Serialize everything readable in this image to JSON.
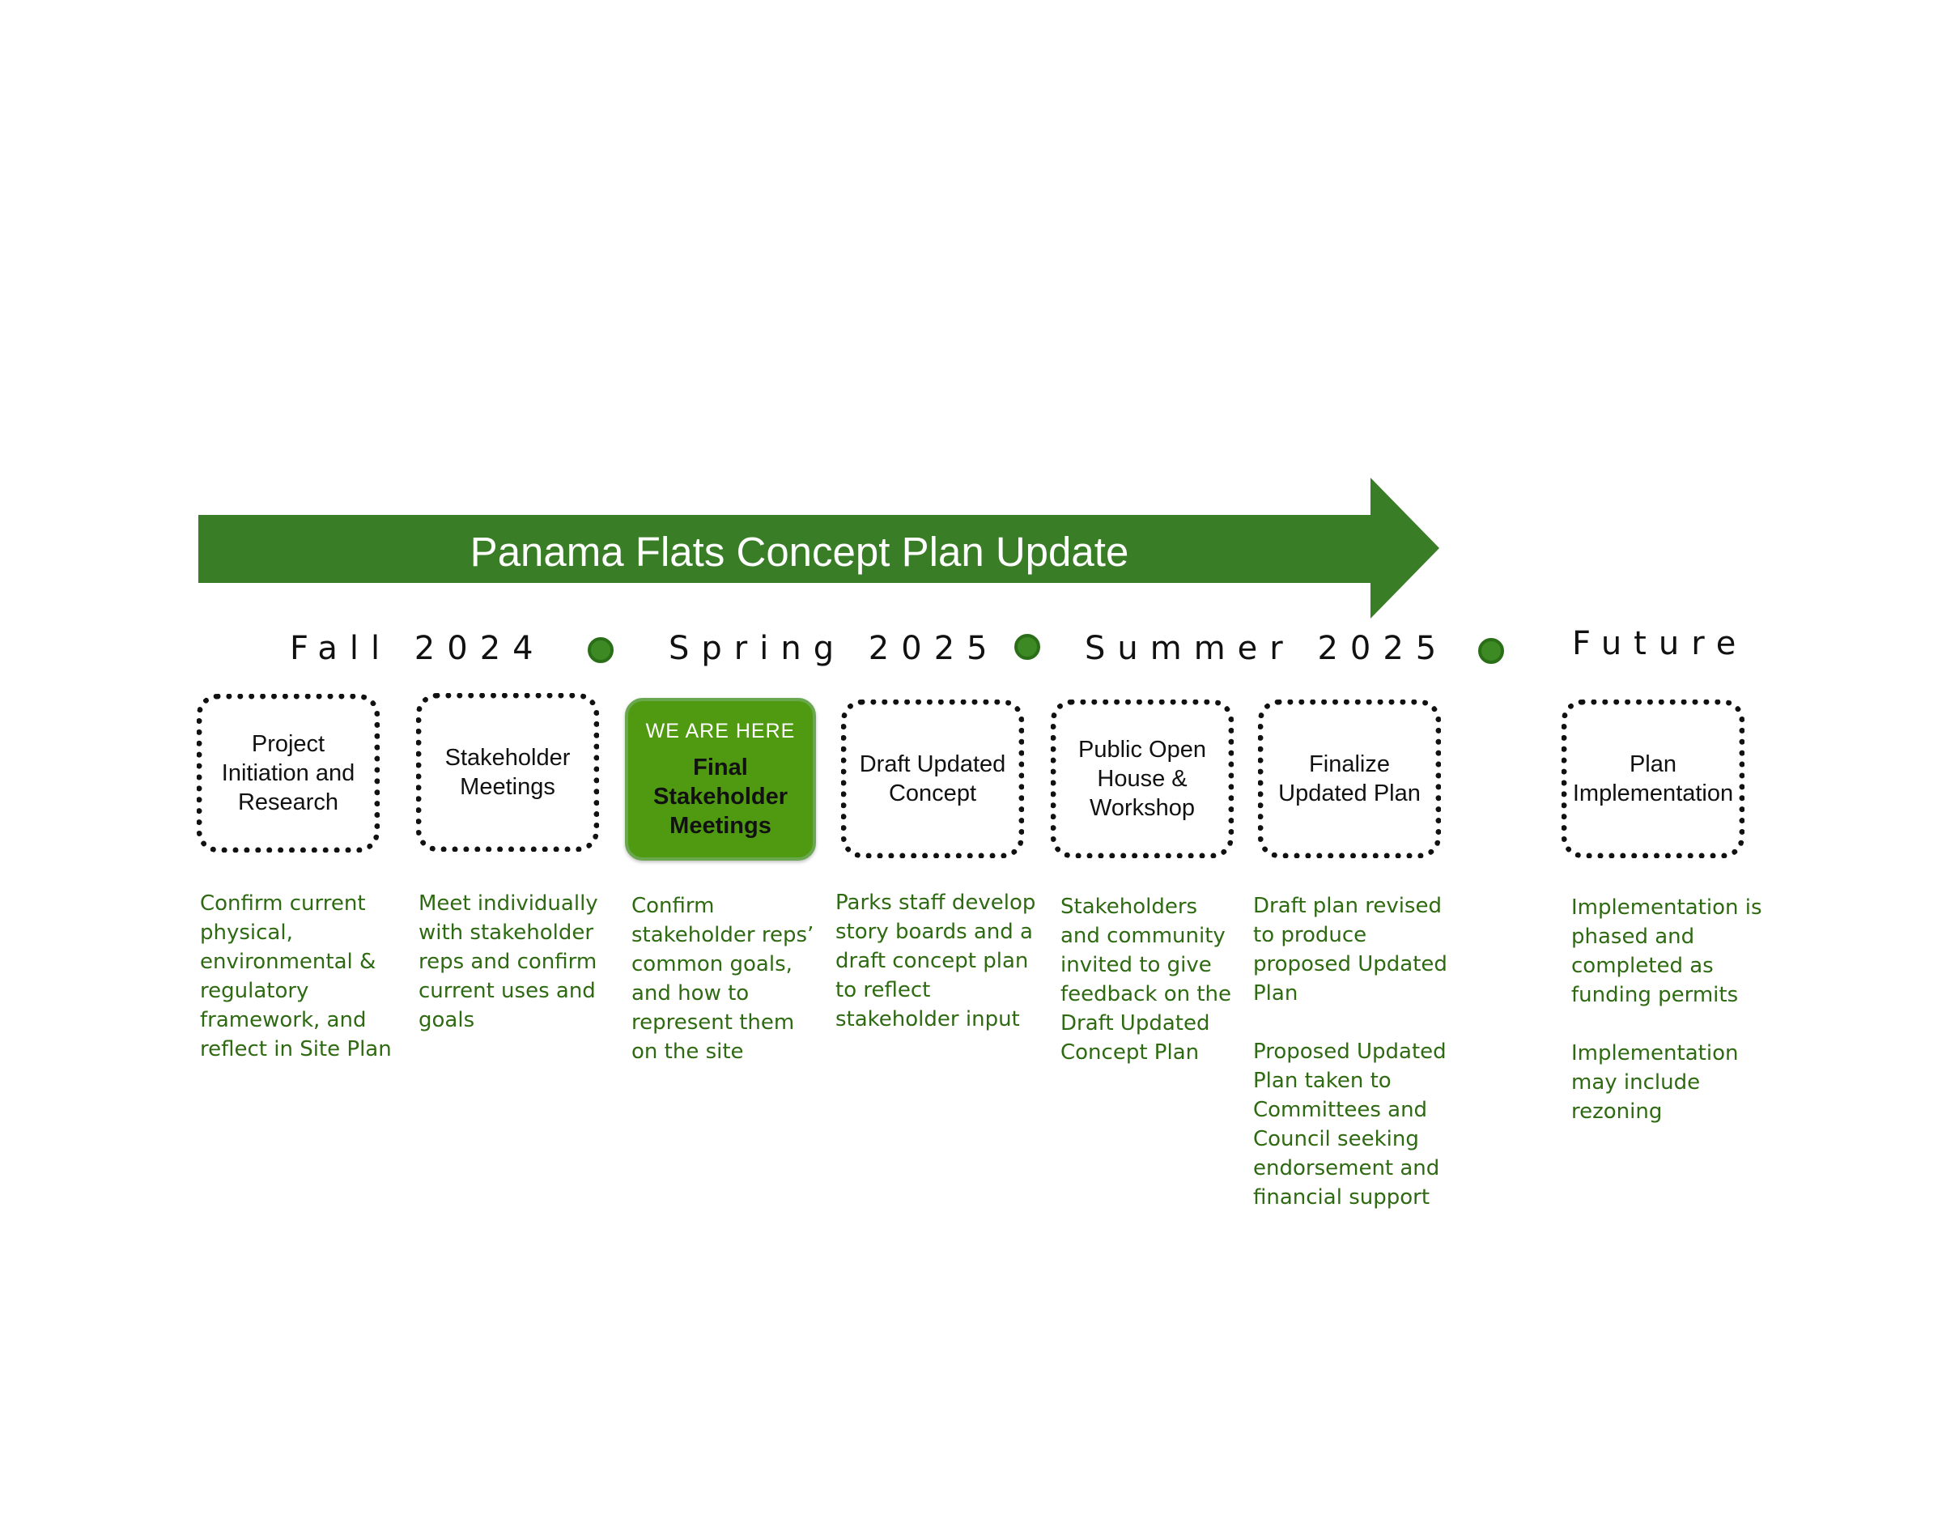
{
  "colors": {
    "arrow": "#3a7d27",
    "dot": "#3d8a24",
    "highlight": "#4f9a10",
    "description_text": "#2e6a12"
  },
  "title": "Panama Flats Concept Plan Update",
  "periods": [
    {
      "label": "Fall 2024"
    },
    {
      "label": "Spring 2025"
    },
    {
      "label": "Summer 2025"
    },
    {
      "label": "Future"
    }
  ],
  "current_marker": "WE ARE HERE",
  "steps": [
    {
      "label": "Project Initiation and Research",
      "description": [
        "Confirm current physical, environmental & regulatory framework, and reflect in Site Plan"
      ]
    },
    {
      "label": "Stakeholder Meetings",
      "description": [
        "Meet individually with stakeholder reps and confirm current uses and goals"
      ]
    },
    {
      "label": "Final Stakeholder Meetings",
      "current": true,
      "description": [
        "Confirm stakeholder reps’ common goals, and how to represent them on the site"
      ]
    },
    {
      "label": "Draft Updated Concept",
      "description": [
        "Parks staff develop story boards and a draft concept plan to reflect stakeholder input"
      ]
    },
    {
      "label": "Public Open House & Workshop",
      "description": [
        "Stakeholders and community invited to give feedback on the Draft Updated Concept Plan"
      ]
    },
    {
      "label": "Finalize Updated Plan",
      "description": [
        "Draft plan revised to produce proposed Updated Plan",
        "Proposed Updated Plan taken to Committees and Council seeking endorsement and financial support"
      ]
    },
    {
      "label": "Plan Implementation",
      "description": [
        "Implementation is phased and completed as funding permits",
        "Implementation may include rezoning"
      ]
    }
  ]
}
